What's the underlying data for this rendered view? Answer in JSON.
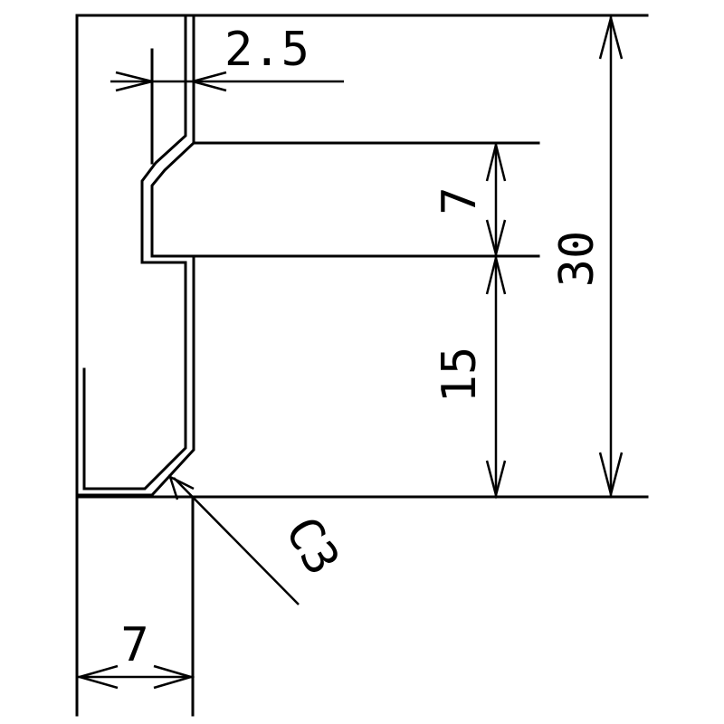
{
  "drawing": {
    "dimensions": {
      "lip_thickness": "2.5",
      "slot_height": "7",
      "overall_height": "30",
      "lower_height": "15",
      "chamfer": "C3",
      "base_width": "7"
    }
  }
}
